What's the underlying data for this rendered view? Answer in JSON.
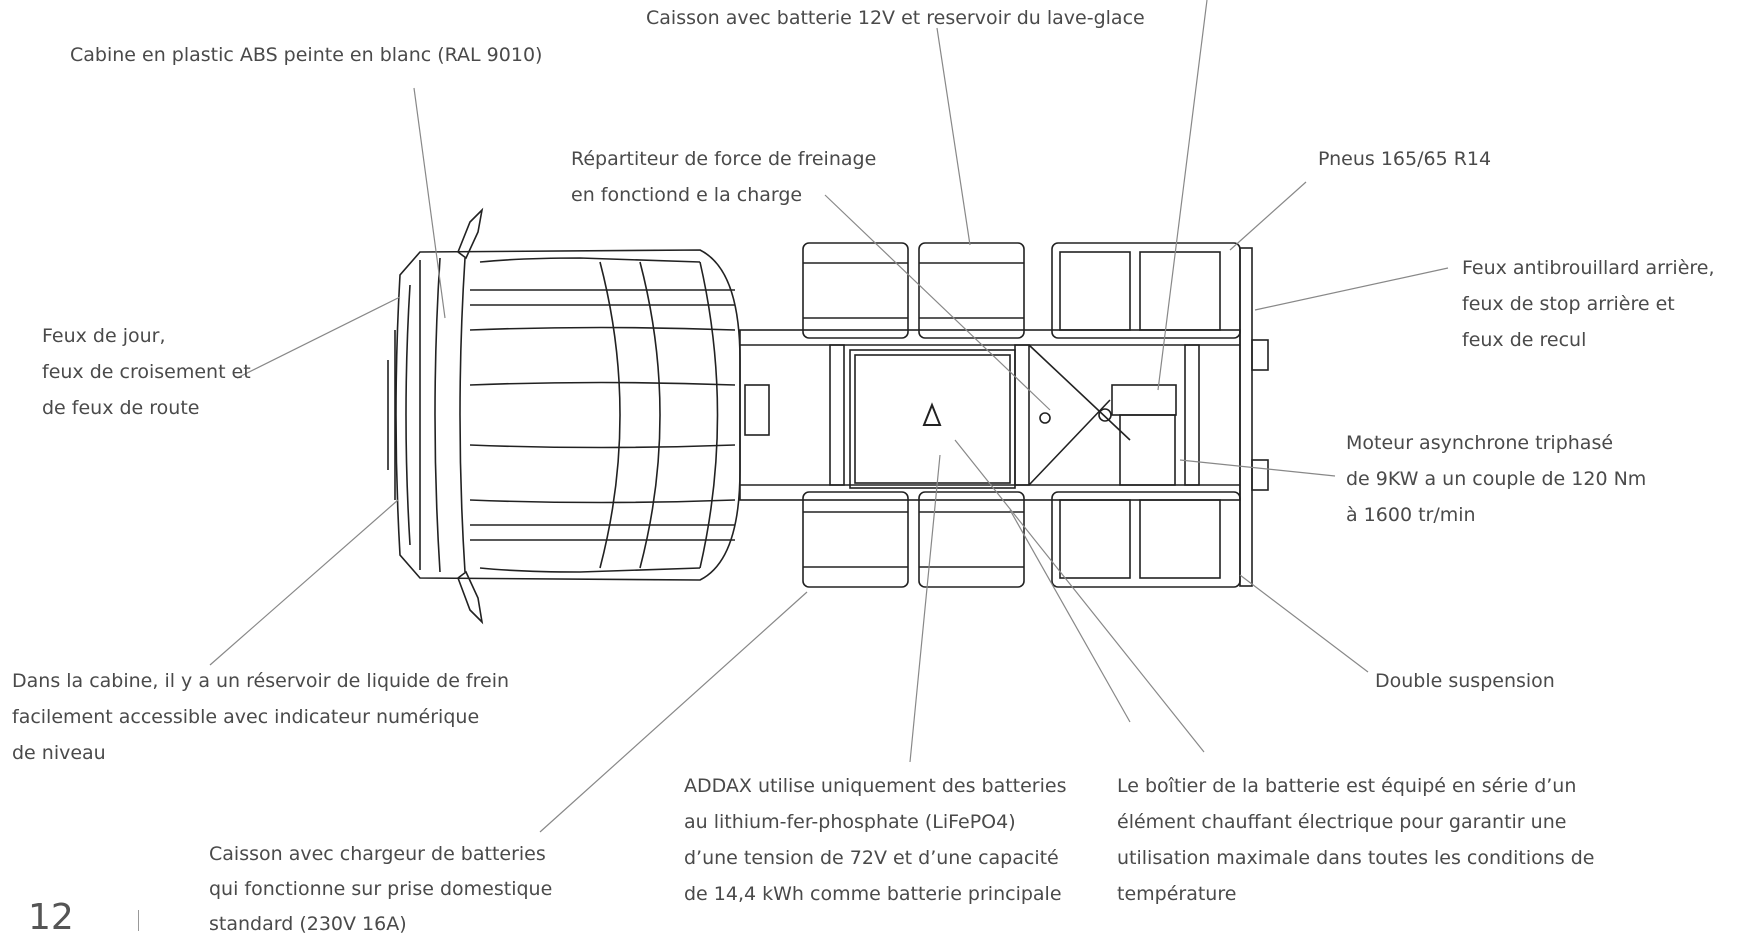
{
  "labels": {
    "caisson_batterie_12v": "Caisson avec batterie 12V et reservoir du lave-glace",
    "cabine_abs": "Cabine en plastic ABS peinte en blanc (RAL 9010)",
    "repartiteur_freinage": "Répartiteur de force de freinage\nen fonctiond e la charge",
    "pneus": "Pneus 165/65 R14",
    "feux_antibrouillard": "Feux antibrouillard arrière,\nfeux de stop arrière et\nfeux de recul",
    "feux_jour": "Feux de jour,\nfeux de croisement et\nde feux de route",
    "moteur": "Moteur asynchrone triphasé\nde 9KW a un couple de 120 Nm\nà 1600 tr/min",
    "double_suspension": "Double suspension",
    "reservoir_frein": "Dans la cabine, il y a un réservoir de liquide de frein\nfacilement accessible avec indicateur numérique\nde niveau",
    "batteries_lithium": "ADDAX utilise uniquement des batteries\nau lithium-fer-phosphate (LiFePO4)\nd’une tension de 72V et d’une capacité\nde 14,4 kWh comme batterie principale",
    "boitier_chauffant": "Le boîtier de la batterie est équipé en série d’un\nélément chauffant électrique pour garantir une\nutilisation maximale dans toutes les conditions de\ntempérature",
    "chargeur": "Caisson avec chargeur de batteries\nqui fonctionne sur prise domestique\nstandard (230V 16A)"
  },
  "page_number": "12"
}
